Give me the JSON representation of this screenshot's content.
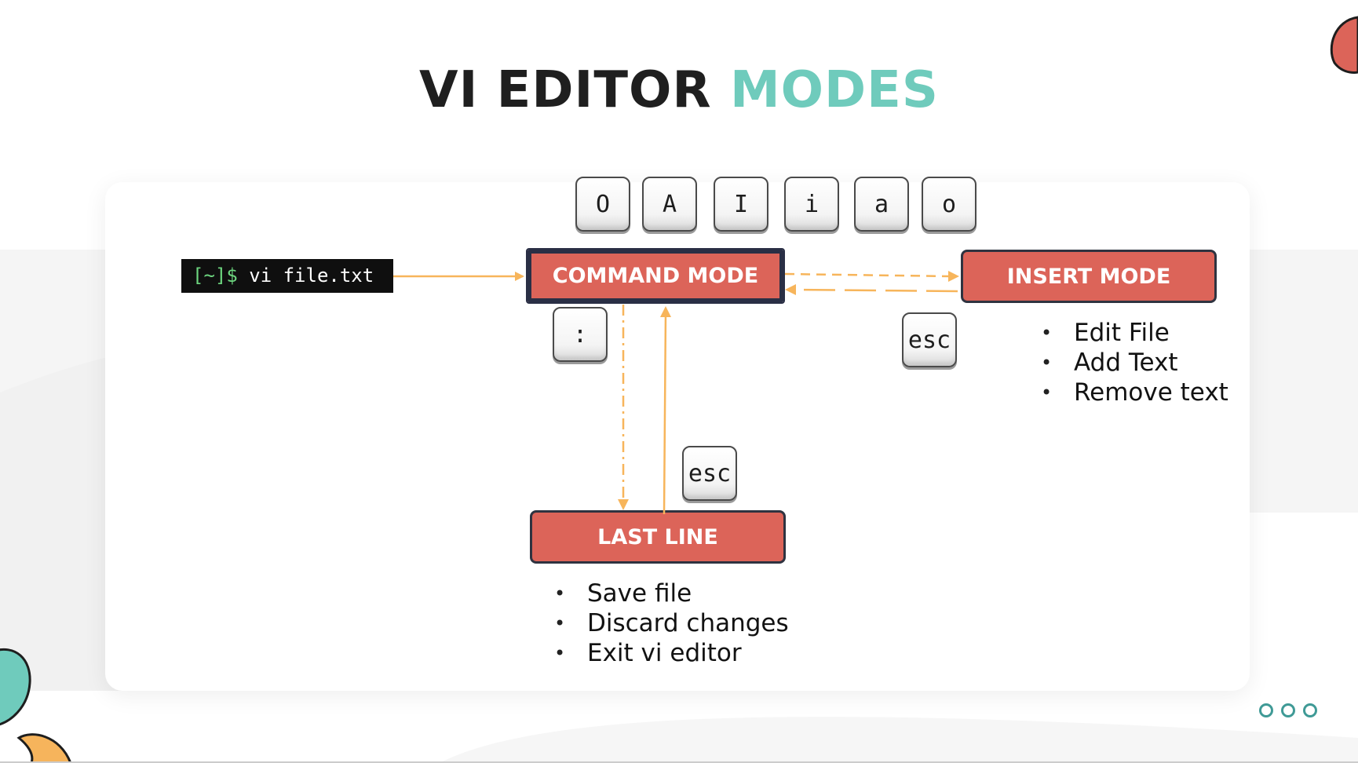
{
  "title": {
    "main": "VI EDITOR",
    "accent": "MODES"
  },
  "terminal": {
    "prompt": "[~]$",
    "command": " vi file.txt"
  },
  "insert_keys": [
    "O",
    "A",
    "I",
    "i",
    "a",
    "o"
  ],
  "keys": {
    "colon": ":",
    "esc_insert": "esc",
    "esc_lastline": "esc"
  },
  "modes": {
    "command": "COMMAND MODE",
    "insert": "INSERT MODE",
    "last_line": "LAST LINE"
  },
  "insert_actions": [
    "Edit File",
    "Add Text",
    "Remove text"
  ],
  "last_line_actions": [
    "Save file",
    "Discard changes",
    "Exit vi editor"
  ],
  "colors": {
    "accent": "#6fcbbc",
    "mode_fill": "#dc6459",
    "arrow": "#f7b55b",
    "blob_red": "#dc6459",
    "blob_teal": "#6fcbbc",
    "blob_yellow": "#f6b45c"
  }
}
